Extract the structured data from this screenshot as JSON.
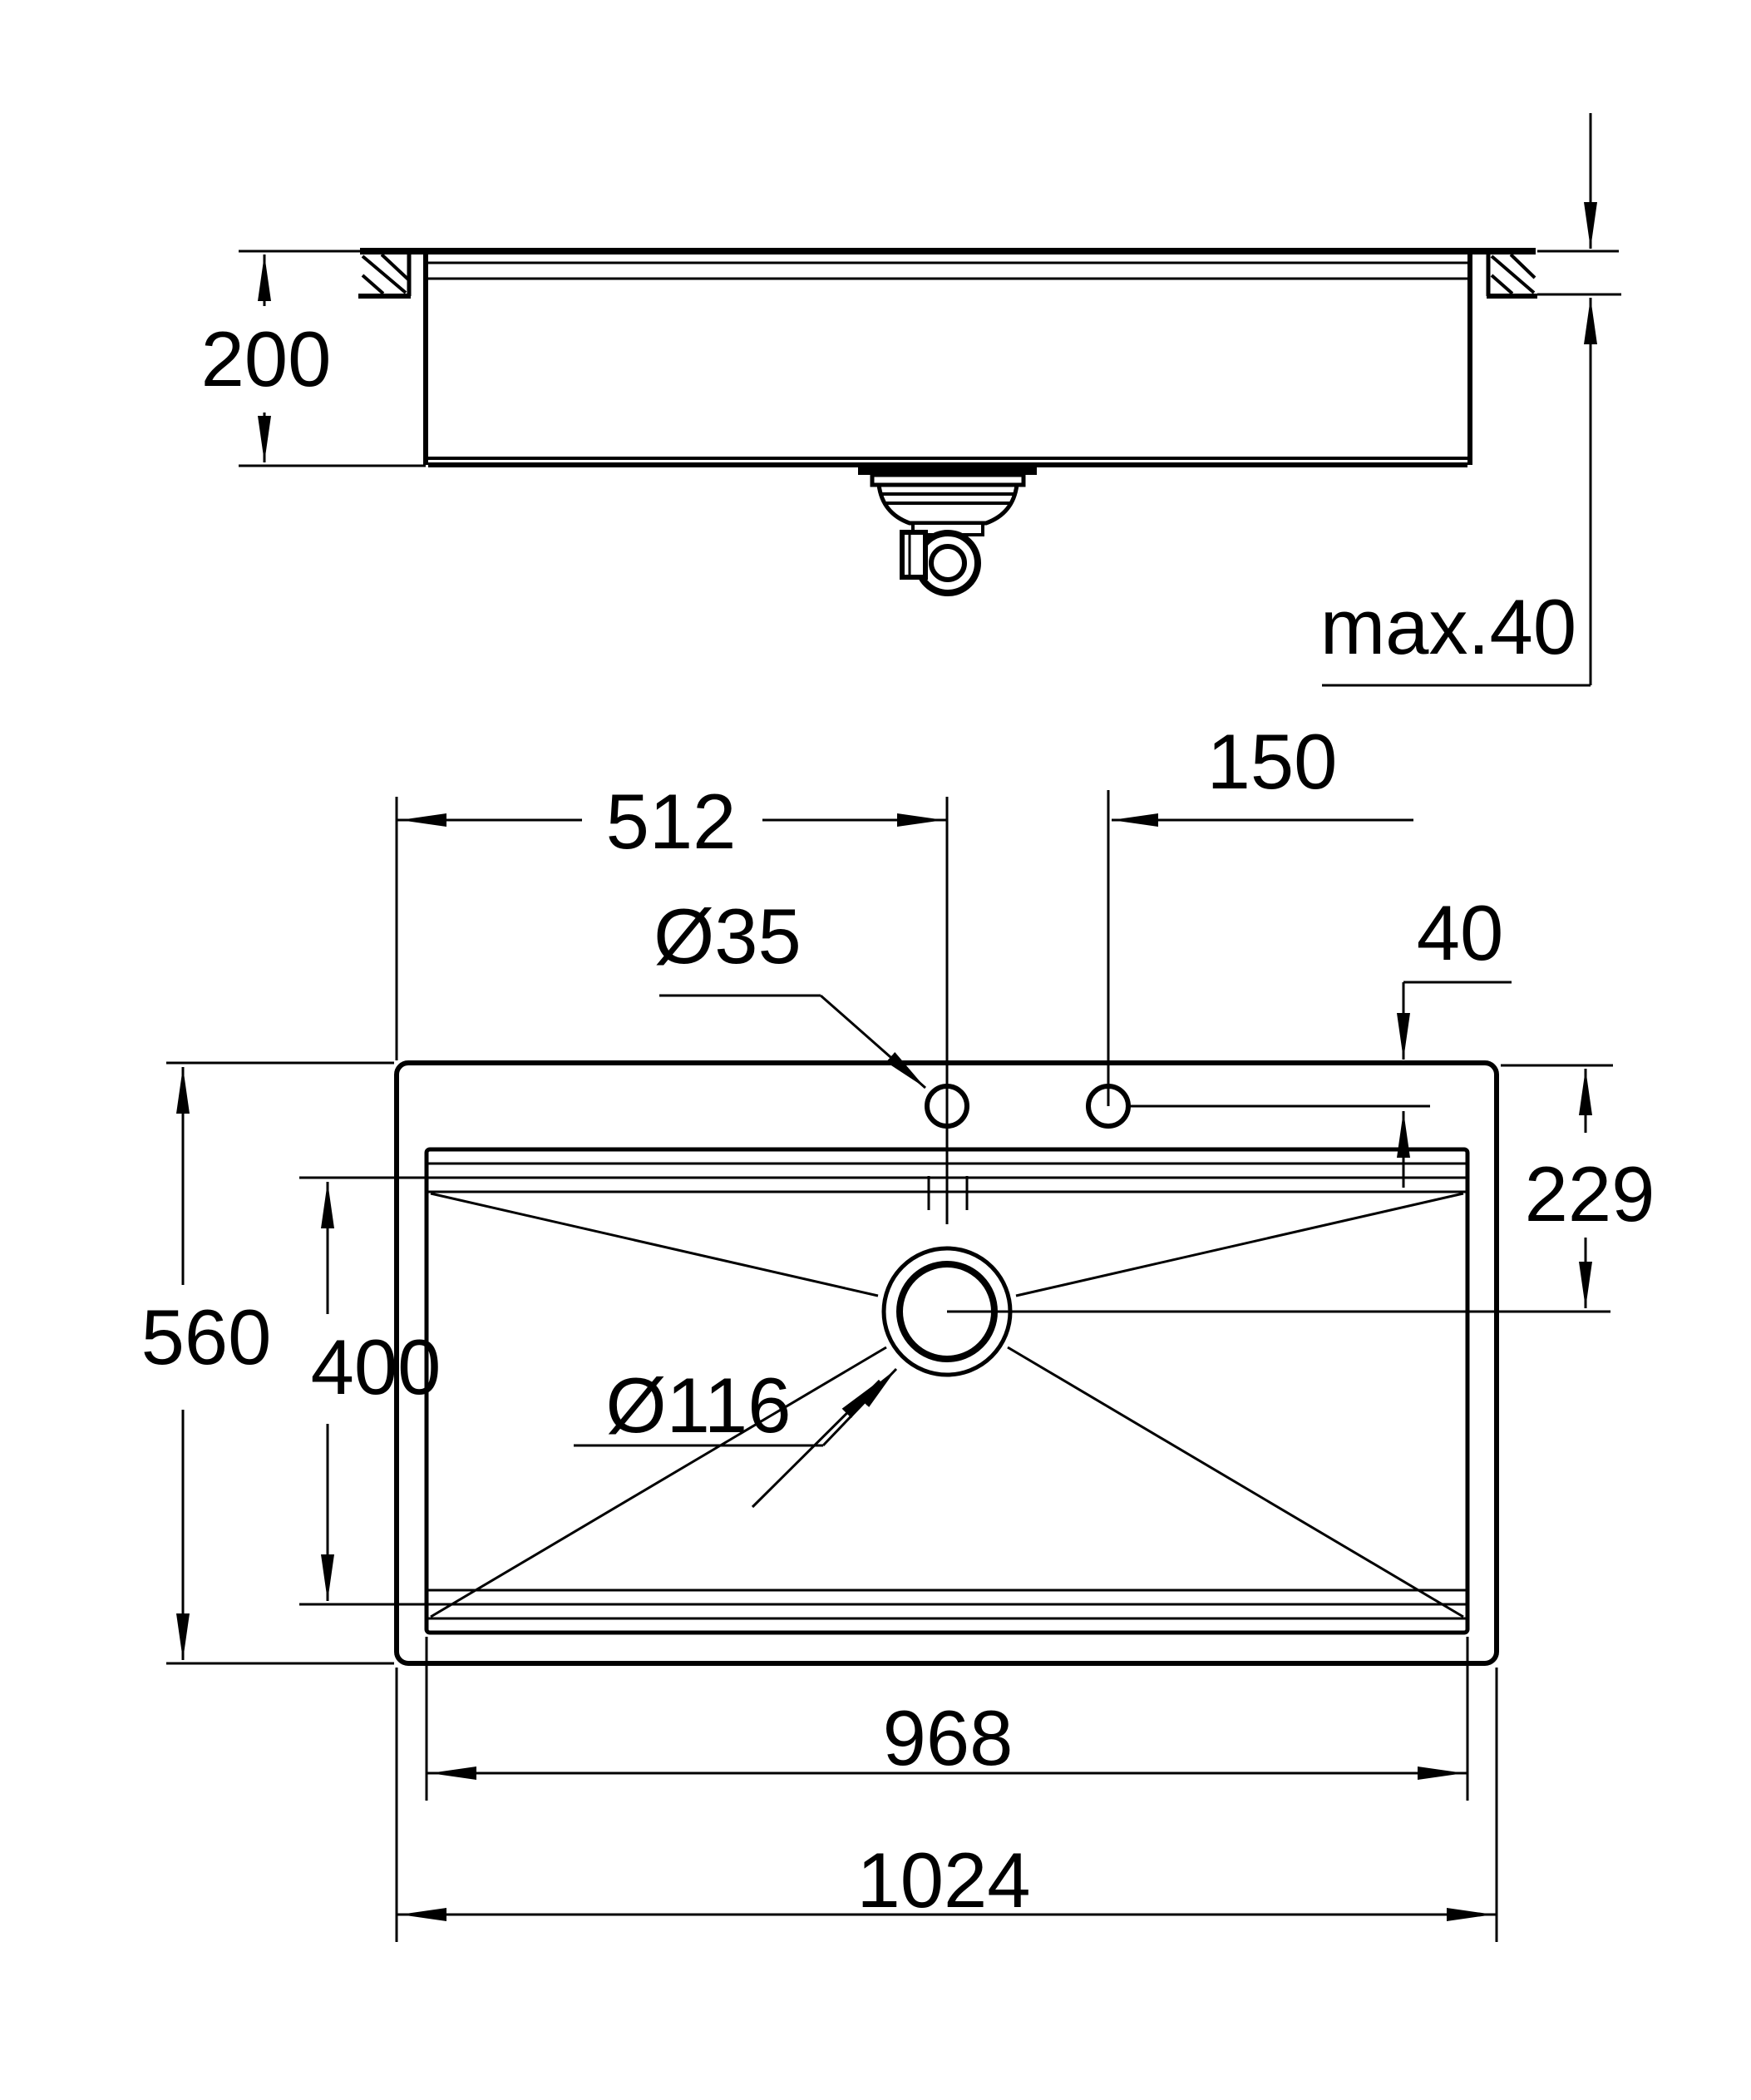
{
  "side_view": {
    "dim_bowl_depth": "200",
    "dim_countertop_thickness": "max.40"
  },
  "plan_view": {
    "dim_faucet_hole_offset_x": "512",
    "dim_faucet_hole_spacing": "150",
    "dim_faucet_hole_diameter": "Ø35",
    "dim_hole_to_edge": "40",
    "dim_drain_center_from_edge": "229",
    "dim_overall_depth": "560",
    "dim_bowl_inner_depth": "400",
    "dim_drain_diameter": "Ø116",
    "dim_bowl_inner_width": "968",
    "dim_overall_width": "1024"
  }
}
